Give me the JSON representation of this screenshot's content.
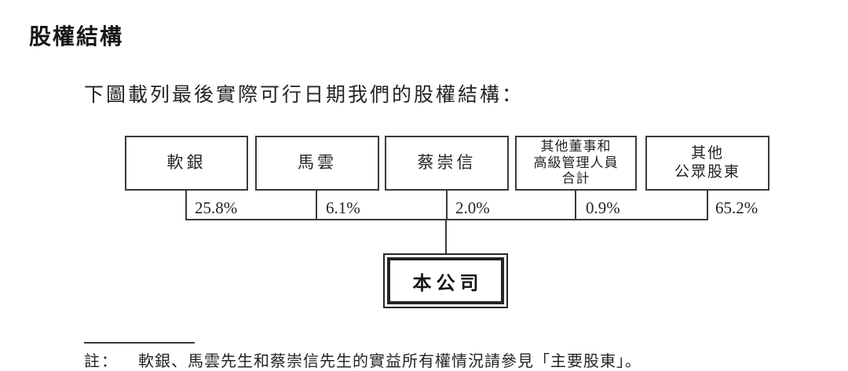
{
  "page": {
    "title": "股權結構",
    "intro": "下圖載列最後實際可行日期我們的股權結構："
  },
  "chart_data": {
    "type": "org-chart",
    "title": "股權結構",
    "company": "本公司",
    "shareholders": [
      {
        "name": "軟銀",
        "percent": "25.8%",
        "lines": [
          "軟銀"
        ]
      },
      {
        "name": "馬雲",
        "percent": "6.1%",
        "lines": [
          "馬雲"
        ]
      },
      {
        "name": "蔡崇信",
        "percent": "2.0%",
        "lines": [
          "蔡崇信"
        ]
      },
      {
        "name": "其他董事和高級管理人員合計",
        "percent": "0.9%",
        "lines": [
          "其他董事和",
          "高級管理人員",
          "合計"
        ]
      },
      {
        "name": "其他公眾股東",
        "percent": "65.2%",
        "lines": [
          "其他",
          "公眾股東"
        ]
      }
    ]
  },
  "note": {
    "prefix": "註：",
    "text": "軟銀、馬雲先生和蔡崇信先生的實益所有權情況請參見「主要股東」。"
  },
  "colors": {
    "background": "#ffffff",
    "line": "#3a3a3a",
    "text": "#242424"
  }
}
